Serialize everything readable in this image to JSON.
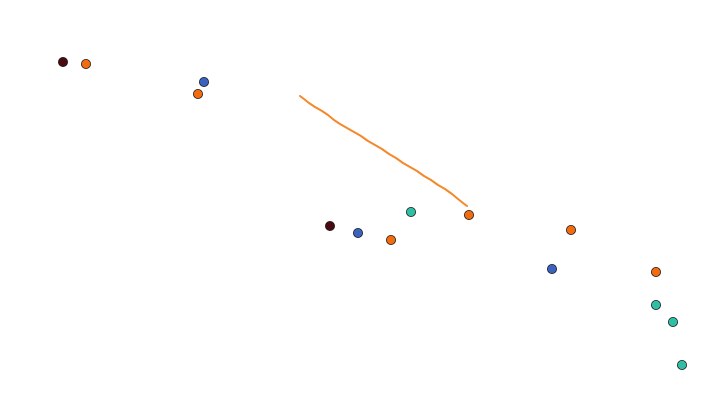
{
  "canvas": {
    "background": "#ffffff"
  },
  "palette": {
    "maroon": "#4a0a10",
    "orange": "#f26b0f",
    "blue": "#3a63bf",
    "teal": "#2ebfa5",
    "outline": "#1a1a1a",
    "stroke": "#f5882a"
  },
  "dots": [
    {
      "id": "dot-1",
      "color": "maroon"
    },
    {
      "id": "dot-2",
      "color": "orange"
    },
    {
      "id": "dot-3",
      "color": "blue"
    },
    {
      "id": "dot-4",
      "color": "orange"
    },
    {
      "id": "dot-5",
      "color": "maroon"
    },
    {
      "id": "dot-6",
      "color": "blue"
    },
    {
      "id": "dot-7",
      "color": "orange"
    },
    {
      "id": "dot-8",
      "color": "teal"
    },
    {
      "id": "dot-9",
      "color": "orange"
    },
    {
      "id": "dot-10",
      "color": "orange"
    },
    {
      "id": "dot-11",
      "color": "blue"
    },
    {
      "id": "dot-12",
      "color": "orange"
    },
    {
      "id": "dot-13",
      "color": "teal"
    },
    {
      "id": "dot-14",
      "color": "teal"
    },
    {
      "id": "dot-15",
      "color": "teal"
    }
  ],
  "stroke": {
    "color": "stroke"
  }
}
